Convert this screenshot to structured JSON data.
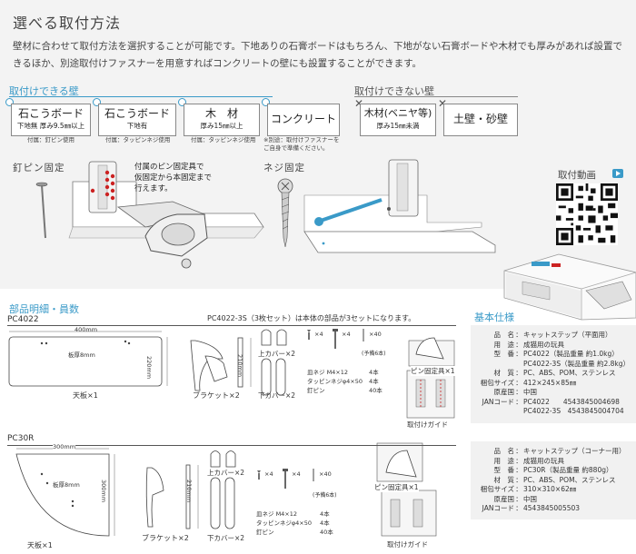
{
  "header": {
    "title": "選べる取付方法",
    "description": "壁材に合わせて取付方法を選択することが可能です。下地ありの石膏ボードはもちろん、下地がない石膏ボードや木材でも厚みがあれば設置できるほか、別途取付けファスナーを用意すればコンクリートの壁にも設置することができます。"
  },
  "mountable": {
    "heading": "取付けできる壁",
    "items": [
      {
        "title": "石こうボード",
        "sub": "下地無 厚み9.5㎜以上",
        "note": "付属：釘ピン使用"
      },
      {
        "title": "石こうボード",
        "sub": "下地有",
        "note": "付属：タッピンネジ使用"
      },
      {
        "title": "木　材",
        "sub": "厚み15㎜以上",
        "note": "付属：タッピンネジ使用"
      },
      {
        "title": "コンクリート",
        "sub": "",
        "note": "※別途：取付けファスナーを\nご自身で準備ください。"
      }
    ]
  },
  "not_mountable": {
    "heading": "取付けできない壁",
    "items": [
      {
        "title": "木材(ベニヤ等)",
        "sub": "厚み15㎜未満"
      },
      {
        "title": "土壁・砂壁",
        "sub": ""
      }
    ]
  },
  "methods": {
    "pin_label": "釘ピン固定",
    "pin_note": "付属のピン固定具で\n仮固定から本固定まで\n行えます。",
    "screw_label": "ネジ固定"
  },
  "video": {
    "label": "取付動画",
    "play_icon": "play-icon"
  },
  "parts": {
    "heading": "部品明細・員数",
    "pc4022": {
      "model": "PC4022",
      "set_note": "PC4022-3S（3枚セット）は本体の部品が3セットになります。",
      "width_label": "400mm",
      "depth_label": "220mm",
      "thickness_label": "板厚8mm",
      "bracket_height": "210mm",
      "board_caption": "天板×1",
      "bracket_caption": "ブラケット×2",
      "cover_top": "上カバー×2",
      "cover_bottom": "下カバー×2",
      "counts": [
        "×4",
        "×4",
        "×40"
      ],
      "spare": "(予備6本)",
      "pin_tool": "ピン固定具×1",
      "guide": "取付けガイド",
      "parts_list": [
        {
          "name": "皿ネジ M4×12",
          "count": "4本"
        },
        {
          "name": "タッピンネジφ4×50",
          "count": "4本"
        },
        {
          "name": "釘ピン",
          "count": "40本"
        }
      ]
    },
    "pc30r": {
      "model": "PC30R",
      "width_label": "300mm",
      "depth_label": "300mm",
      "thickness_label": "板厚8mm",
      "bracket_height": "210mm",
      "board_caption": "天板×1",
      "bracket_caption": "ブラケット×2",
      "cover_top": "上カバー×2",
      "cover_bottom": "下カバー×2",
      "counts": [
        "×4",
        "×4",
        "×40"
      ],
      "spare": "(予備6本)",
      "pin_tool": "ピン固定具×1",
      "guide": "取付けガイド",
      "parts_list": [
        {
          "name": "皿ネジ M4×12",
          "count": "4本"
        },
        {
          "name": "タッピンネジφ4×50",
          "count": "4本"
        },
        {
          "name": "釘ピン",
          "count": "40本"
        }
      ]
    }
  },
  "spec": {
    "heading": "基本仕様",
    "flat": [
      {
        "k": "品　名",
        "v": "キャットステップ（平面用）"
      },
      {
        "k": "用　途",
        "v": "成猫用の玩具"
      },
      {
        "k": "型　番",
        "v": "PC4022（製品重量 約1.0kg）"
      },
      {
        "k": "",
        "v": "PC4022-3S（製品重量 約2.8kg）"
      },
      {
        "k": "材　質",
        "v": "PC、ABS、POM、ステンレス"
      },
      {
        "k": "梱包サイズ",
        "v": "412×245×85㎜"
      },
      {
        "k": "原産国",
        "v": "中国"
      },
      {
        "k": "JANコード",
        "v": "PC4022　　4543845004698"
      },
      {
        "k": "",
        "v": "PC4022-3S　4543845004704"
      }
    ],
    "corner": [
      {
        "k": "品　名",
        "v": "キャットステップ（コーナー用）"
      },
      {
        "k": "用　途",
        "v": "成猫用の玩具"
      },
      {
        "k": "型　番",
        "v": "PC30R（製品重量 約880g）"
      },
      {
        "k": "材　質",
        "v": "PC、ABS、POM、ステンレス"
      },
      {
        "k": "梱包サイズ",
        "v": "310×310×62㎜"
      },
      {
        "k": "原産国",
        "v": "中国"
      },
      {
        "k": "JANコード",
        "v": "4543845005503"
      }
    ]
  },
  "colors": {
    "accent": "#3a9ac8",
    "panel": "#f3f3f3",
    "pin_red": "#cc2222"
  }
}
